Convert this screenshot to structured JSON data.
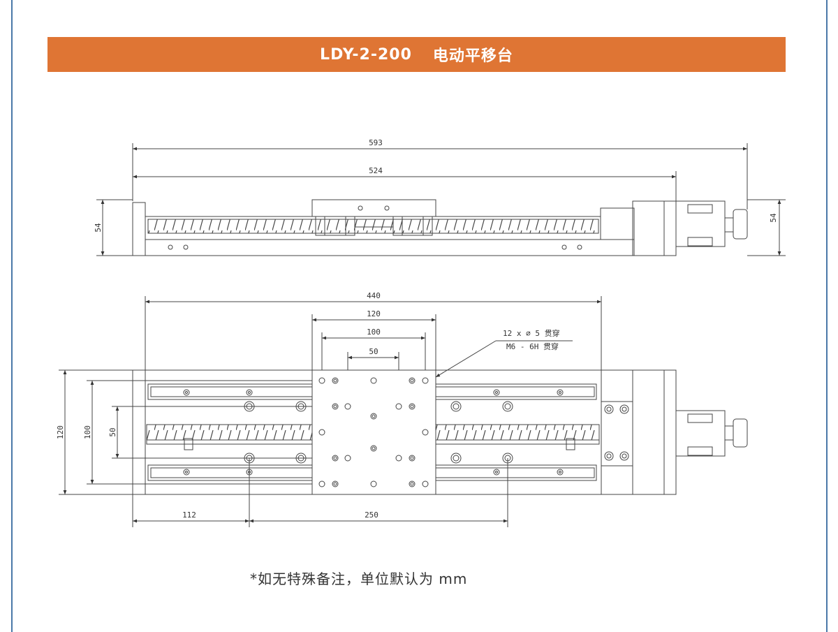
{
  "header": {
    "model": "LDY-2-200",
    "title": "电动平移台",
    "background_color": "#df7534"
  },
  "side_view": {
    "dim_overall": "593",
    "dim_base": "524",
    "dim_height_left": "54",
    "dim_height_right": "54"
  },
  "top_view": {
    "dim_body": "440",
    "dim_table": "120",
    "dim_hole_outer": "100",
    "dim_hole_inner": "50",
    "callout_line1": "12 x ∅ 5 贯穿",
    "callout_line2": "M6 - 6H 贯穿",
    "dim_width": "120",
    "dim_rail_span": "100",
    "dim_rail_inner": "50",
    "dim_offset": "112",
    "dim_pitch": "250"
  },
  "footnote": "*如无特殊备注，单位默认为 mm"
}
